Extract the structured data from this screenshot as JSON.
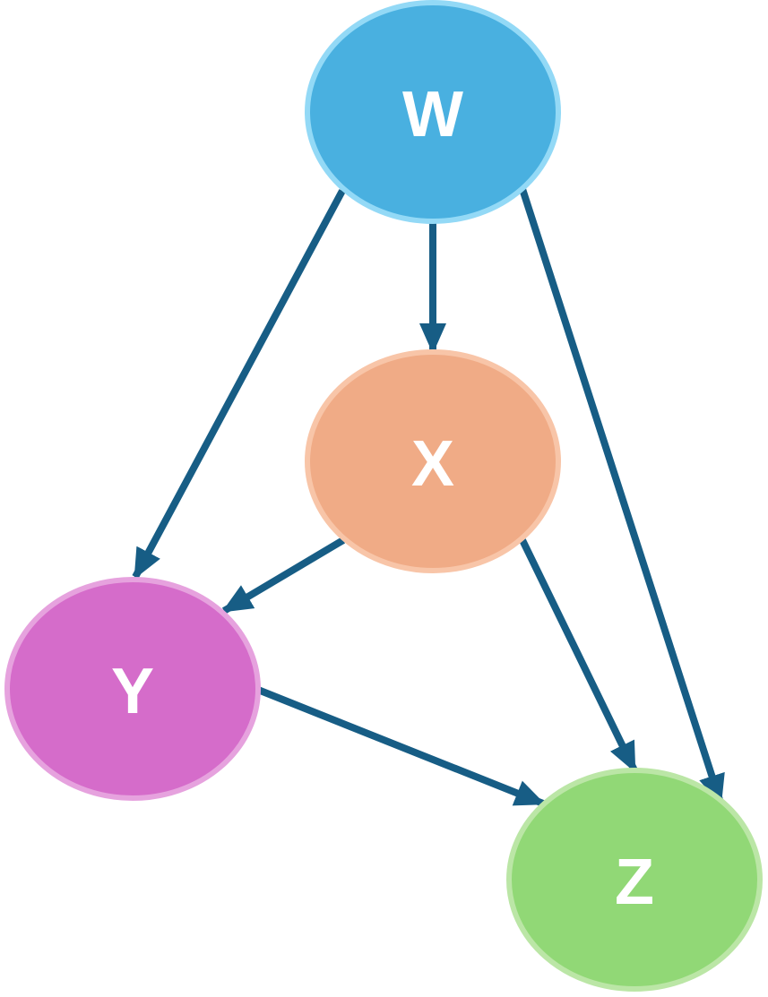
{
  "diagram": {
    "type": "directed-graph",
    "edge_color": "#175d85",
    "nodes": [
      {
        "id": "W",
        "label": "W",
        "fill": "#49b0e0",
        "stroke": "#93d9f6"
      },
      {
        "id": "X",
        "label": "X",
        "fill": "#f0ab86",
        "stroke": "#f8c5a8"
      },
      {
        "id": "Y",
        "label": "Y",
        "fill": "#d56cca",
        "stroke": "#e6a2de"
      },
      {
        "id": "Z",
        "label": "Z",
        "fill": "#91d876",
        "stroke": "#bbe6a6"
      }
    ],
    "edges": [
      {
        "from": "W",
        "to": "X"
      },
      {
        "from": "W",
        "to": "Y"
      },
      {
        "from": "W",
        "to": "Z"
      },
      {
        "from": "X",
        "to": "Y"
      },
      {
        "from": "X",
        "to": "Z"
      },
      {
        "from": "Y",
        "to": "Z"
      }
    ]
  }
}
